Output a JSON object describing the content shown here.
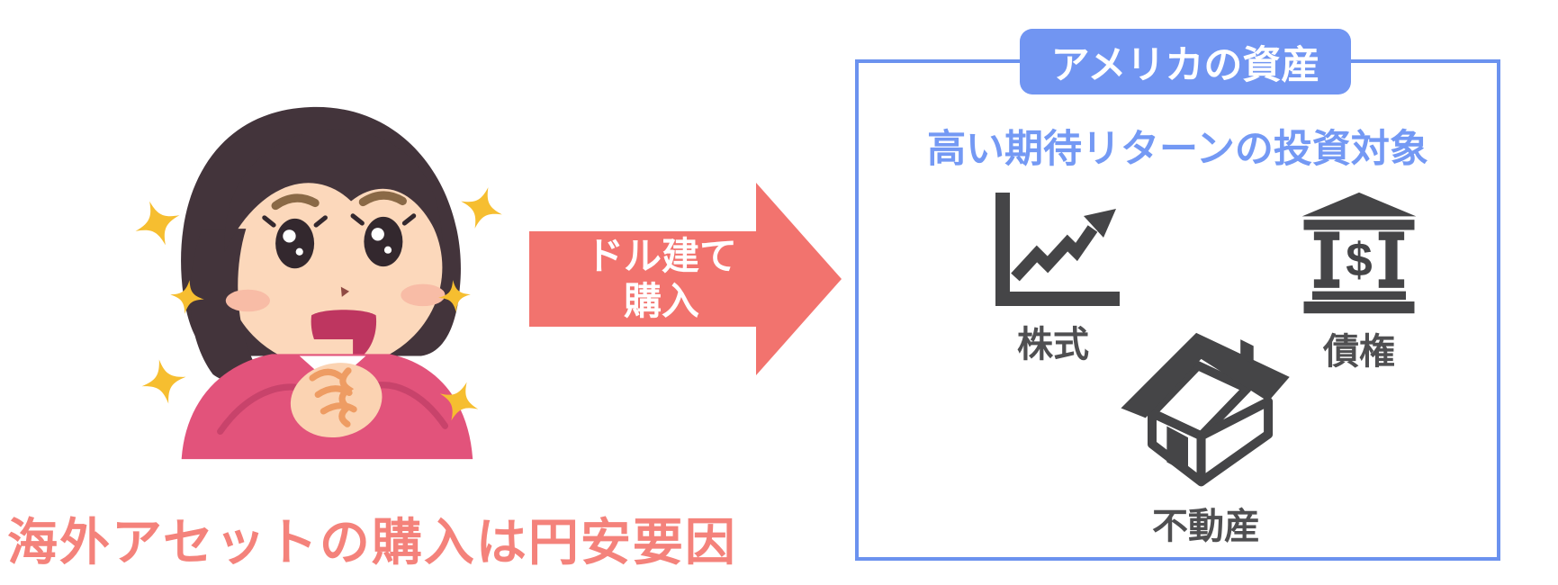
{
  "assets_box": {
    "tab_title": "アメリカの資産",
    "heading": "高い期待リターンの投資対象",
    "items": [
      {
        "label": "株式",
        "icon": "stock-chart-icon"
      },
      {
        "label": "債権",
        "icon": "bank-dollar-icon"
      },
      {
        "label": "不動産",
        "icon": "house-icon"
      }
    ],
    "bank_dollar_symbol": "$"
  },
  "arrow": {
    "line1": "ドル建て",
    "line2": "購入"
  },
  "caption": "海外アセットの購入は円安要因",
  "colors": {
    "box_border": "#6B92EF",
    "tab_bg": "#7195F2",
    "blue_text": "#7499F4",
    "arrow": "#F2736E",
    "caption": "#F4827B",
    "icon": "#454547",
    "label": "#4F4F51",
    "star": "#F6BE30",
    "hair": "#43343B",
    "skin": "#FCD8BB",
    "sweater": "#E2537B",
    "blush": "#F8BCA6",
    "mouth": "#BE3660",
    "finger": "#EE9C63"
  }
}
